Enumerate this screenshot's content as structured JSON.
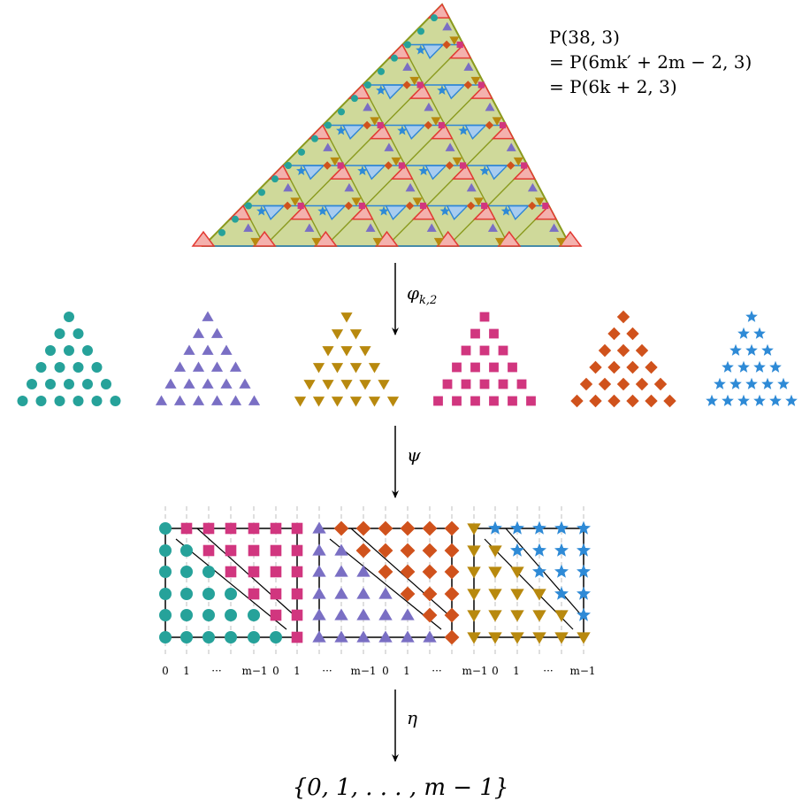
{
  "equations": {
    "line1": "P(38, 3)",
    "line2": "= P(6mk′ + 2m − 2, 3)",
    "line3": "= P(6k + 2, 3)"
  },
  "maps": {
    "phi": "φ",
    "phi_sub": "k,2",
    "psi": "ψ",
    "eta": "η"
  },
  "final_set": "{0, 1, . . . , m − 1}",
  "tick_labels": [
    "0",
    "1",
    "···",
    "m−1",
    "0",
    "1",
    "···",
    "m−1",
    "0",
    "1",
    "···",
    "m−1"
  ],
  "colors": {
    "circle": "#26a29a",
    "triangle_up": "#7a6fc4",
    "triangle_down": "#b8890e",
    "square": "#d1367f",
    "diamond": "#d0521c",
    "star": "#2e8ad6",
    "hex_fill": "#cfd99a",
    "hex_stroke": "#8a9a1e",
    "blue_fill": "#a8ccef",
    "blue_stroke": "#2f86d6",
    "corner_fill": "#f4b1ad",
    "corner_stroke": "#e23a33"
  },
  "shape_icons": [
    "circle-icon",
    "triangle-up-icon",
    "triangle-down-icon",
    "square-icon",
    "diamond-icon",
    "star-icon"
  ]
}
